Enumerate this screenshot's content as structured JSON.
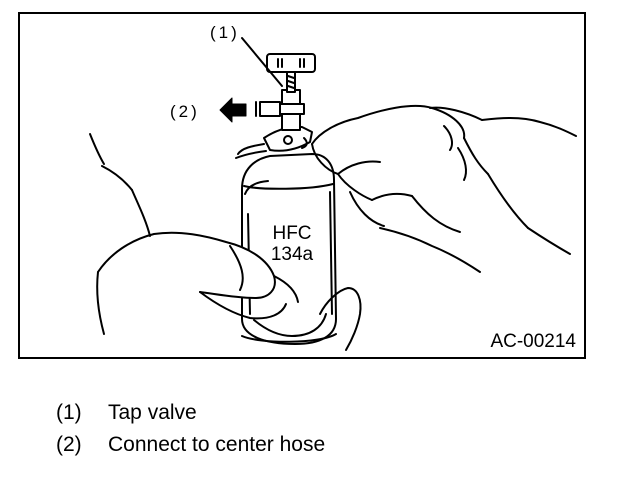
{
  "figure": {
    "callouts": {
      "c1": "(1)",
      "c2": "(2)"
    },
    "can_label": {
      "line1": "HFC",
      "line2": "134a"
    },
    "figure_id": "AC-00214"
  },
  "legend": {
    "items": [
      {
        "number": "(1)",
        "text": "Tap valve"
      },
      {
        "number": "(2)",
        "text": "Connect to center hose"
      }
    ]
  }
}
